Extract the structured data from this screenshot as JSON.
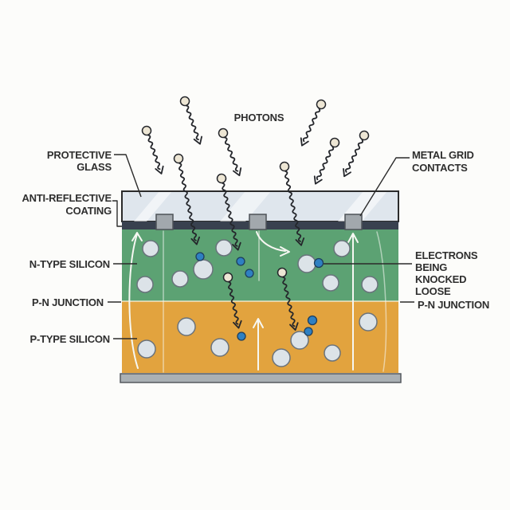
{
  "labels": {
    "photons": "PHOTONS",
    "protective_glass": "PROTECTIVE GLASS",
    "anti_reflective_coating": "ANTI-REFLECTIVE COATING",
    "n_type_silicon": "N-TYPE SILICON",
    "p_n_junction_left": "P-N JUNCTION",
    "p_type_silicon": "P-TYPE SILICON",
    "metal_grid_contacts": "METAL GRID CONTACTS",
    "electrons_knocked_loose": "ELECTRONS BEING KNOCKED LOOSE",
    "p_n_junction_right": "P-N JUNCTION"
  },
  "colors": {
    "background": "#fcfcfa",
    "glass": "#dfe6ed",
    "anti_reflective_coating": "#39414f",
    "n_type_silicon": "#5ca273",
    "p_type_silicon": "#e2a33e",
    "metal_contact": "#a2a8ad",
    "back_contact": "#aab0b4",
    "atom_circle": "#dce3e8",
    "electron": "#2f80c2",
    "photon_head": "#ede6d4",
    "leader_line": "#2b2b2b",
    "text": "#2e2e2e",
    "white_arrow": "#f6f7f2"
  }
}
